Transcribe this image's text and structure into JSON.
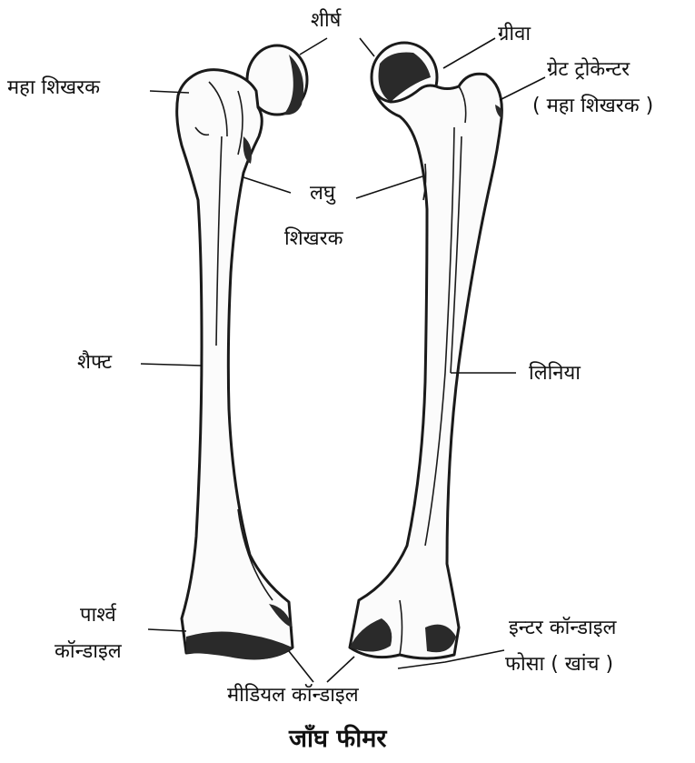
{
  "labels": {
    "head": "शीर्ष",
    "neck": "ग्रीवा",
    "greater_trochanter_left": "महा शिखरक",
    "greater_trochanter_right_line1": "ग्रेट ट्रोकेन्टर",
    "greater_trochanter_right_line2": "( महा शिखरक )",
    "lesser_trochanter_line1": "लघु",
    "lesser_trochanter_line2": "शिखरक",
    "shaft": "शैफ्ट",
    "linea": "लिनिया",
    "lateral_condyle_line1": "पार्श्व",
    "lateral_condyle_line2": "कॉन्डाइल",
    "intercondylar_fossa_line1": "इन्टर कॉन्डाइल",
    "intercondylar_fossa_line2": "फोसा ( खांच )",
    "medial_condyle": "मीडियल कॉन्डाइल"
  },
  "caption": "जाँघ फीमर"
}
